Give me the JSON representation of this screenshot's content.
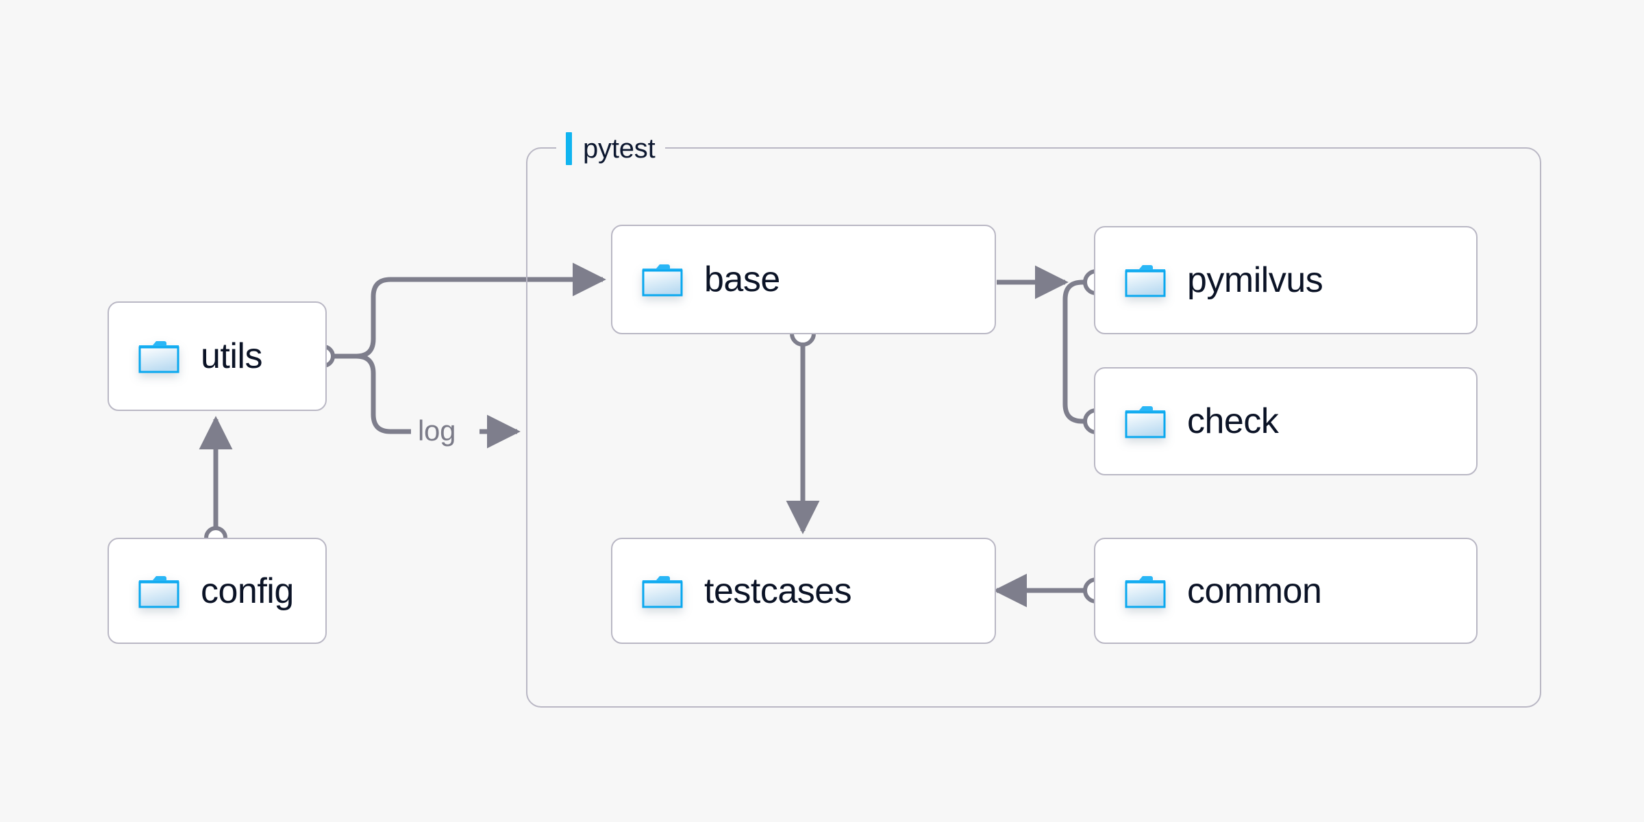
{
  "diagram": {
    "background_color": "#f7f7f7",
    "accent_color": "#10b4f0",
    "edge_color": "#7e7e8c",
    "node_border_color": "#b9b7c4",
    "node_fill_color": "#ffffff",
    "label_color": "#0b1326"
  },
  "group": {
    "name": "pytest-group",
    "label": "pytest",
    "icon": "accent-bar-icon"
  },
  "nodes": [
    {
      "id": "utils",
      "label": "utils",
      "icon": "folder-icon"
    },
    {
      "id": "config",
      "label": "config",
      "icon": "folder-icon"
    },
    {
      "id": "base",
      "label": "base",
      "icon": "folder-icon"
    },
    {
      "id": "testcases",
      "label": "testcases",
      "icon": "folder-icon"
    },
    {
      "id": "pymilvus",
      "label": "pymilvus",
      "icon": "folder-icon"
    },
    {
      "id": "check",
      "label": "check",
      "icon": "folder-icon"
    },
    {
      "id": "common",
      "label": "common",
      "icon": "folder-icon"
    }
  ],
  "edges": [
    {
      "id": "config-utils",
      "from": "config",
      "to": "utils",
      "label": ""
    },
    {
      "id": "utils-base",
      "from": "utils",
      "to": "base",
      "label": ""
    },
    {
      "id": "utils-log",
      "from": "utils",
      "to": "pytest",
      "label": "log"
    },
    {
      "id": "base-testcases",
      "from": "base",
      "to": "testcases",
      "label": ""
    },
    {
      "id": "pymilvus-base",
      "from": "pymilvus",
      "to": "base",
      "label": ""
    },
    {
      "id": "check-base",
      "from": "check",
      "to": "base",
      "label": ""
    },
    {
      "id": "common-testcases",
      "from": "common",
      "to": "testcases",
      "label": ""
    }
  ]
}
